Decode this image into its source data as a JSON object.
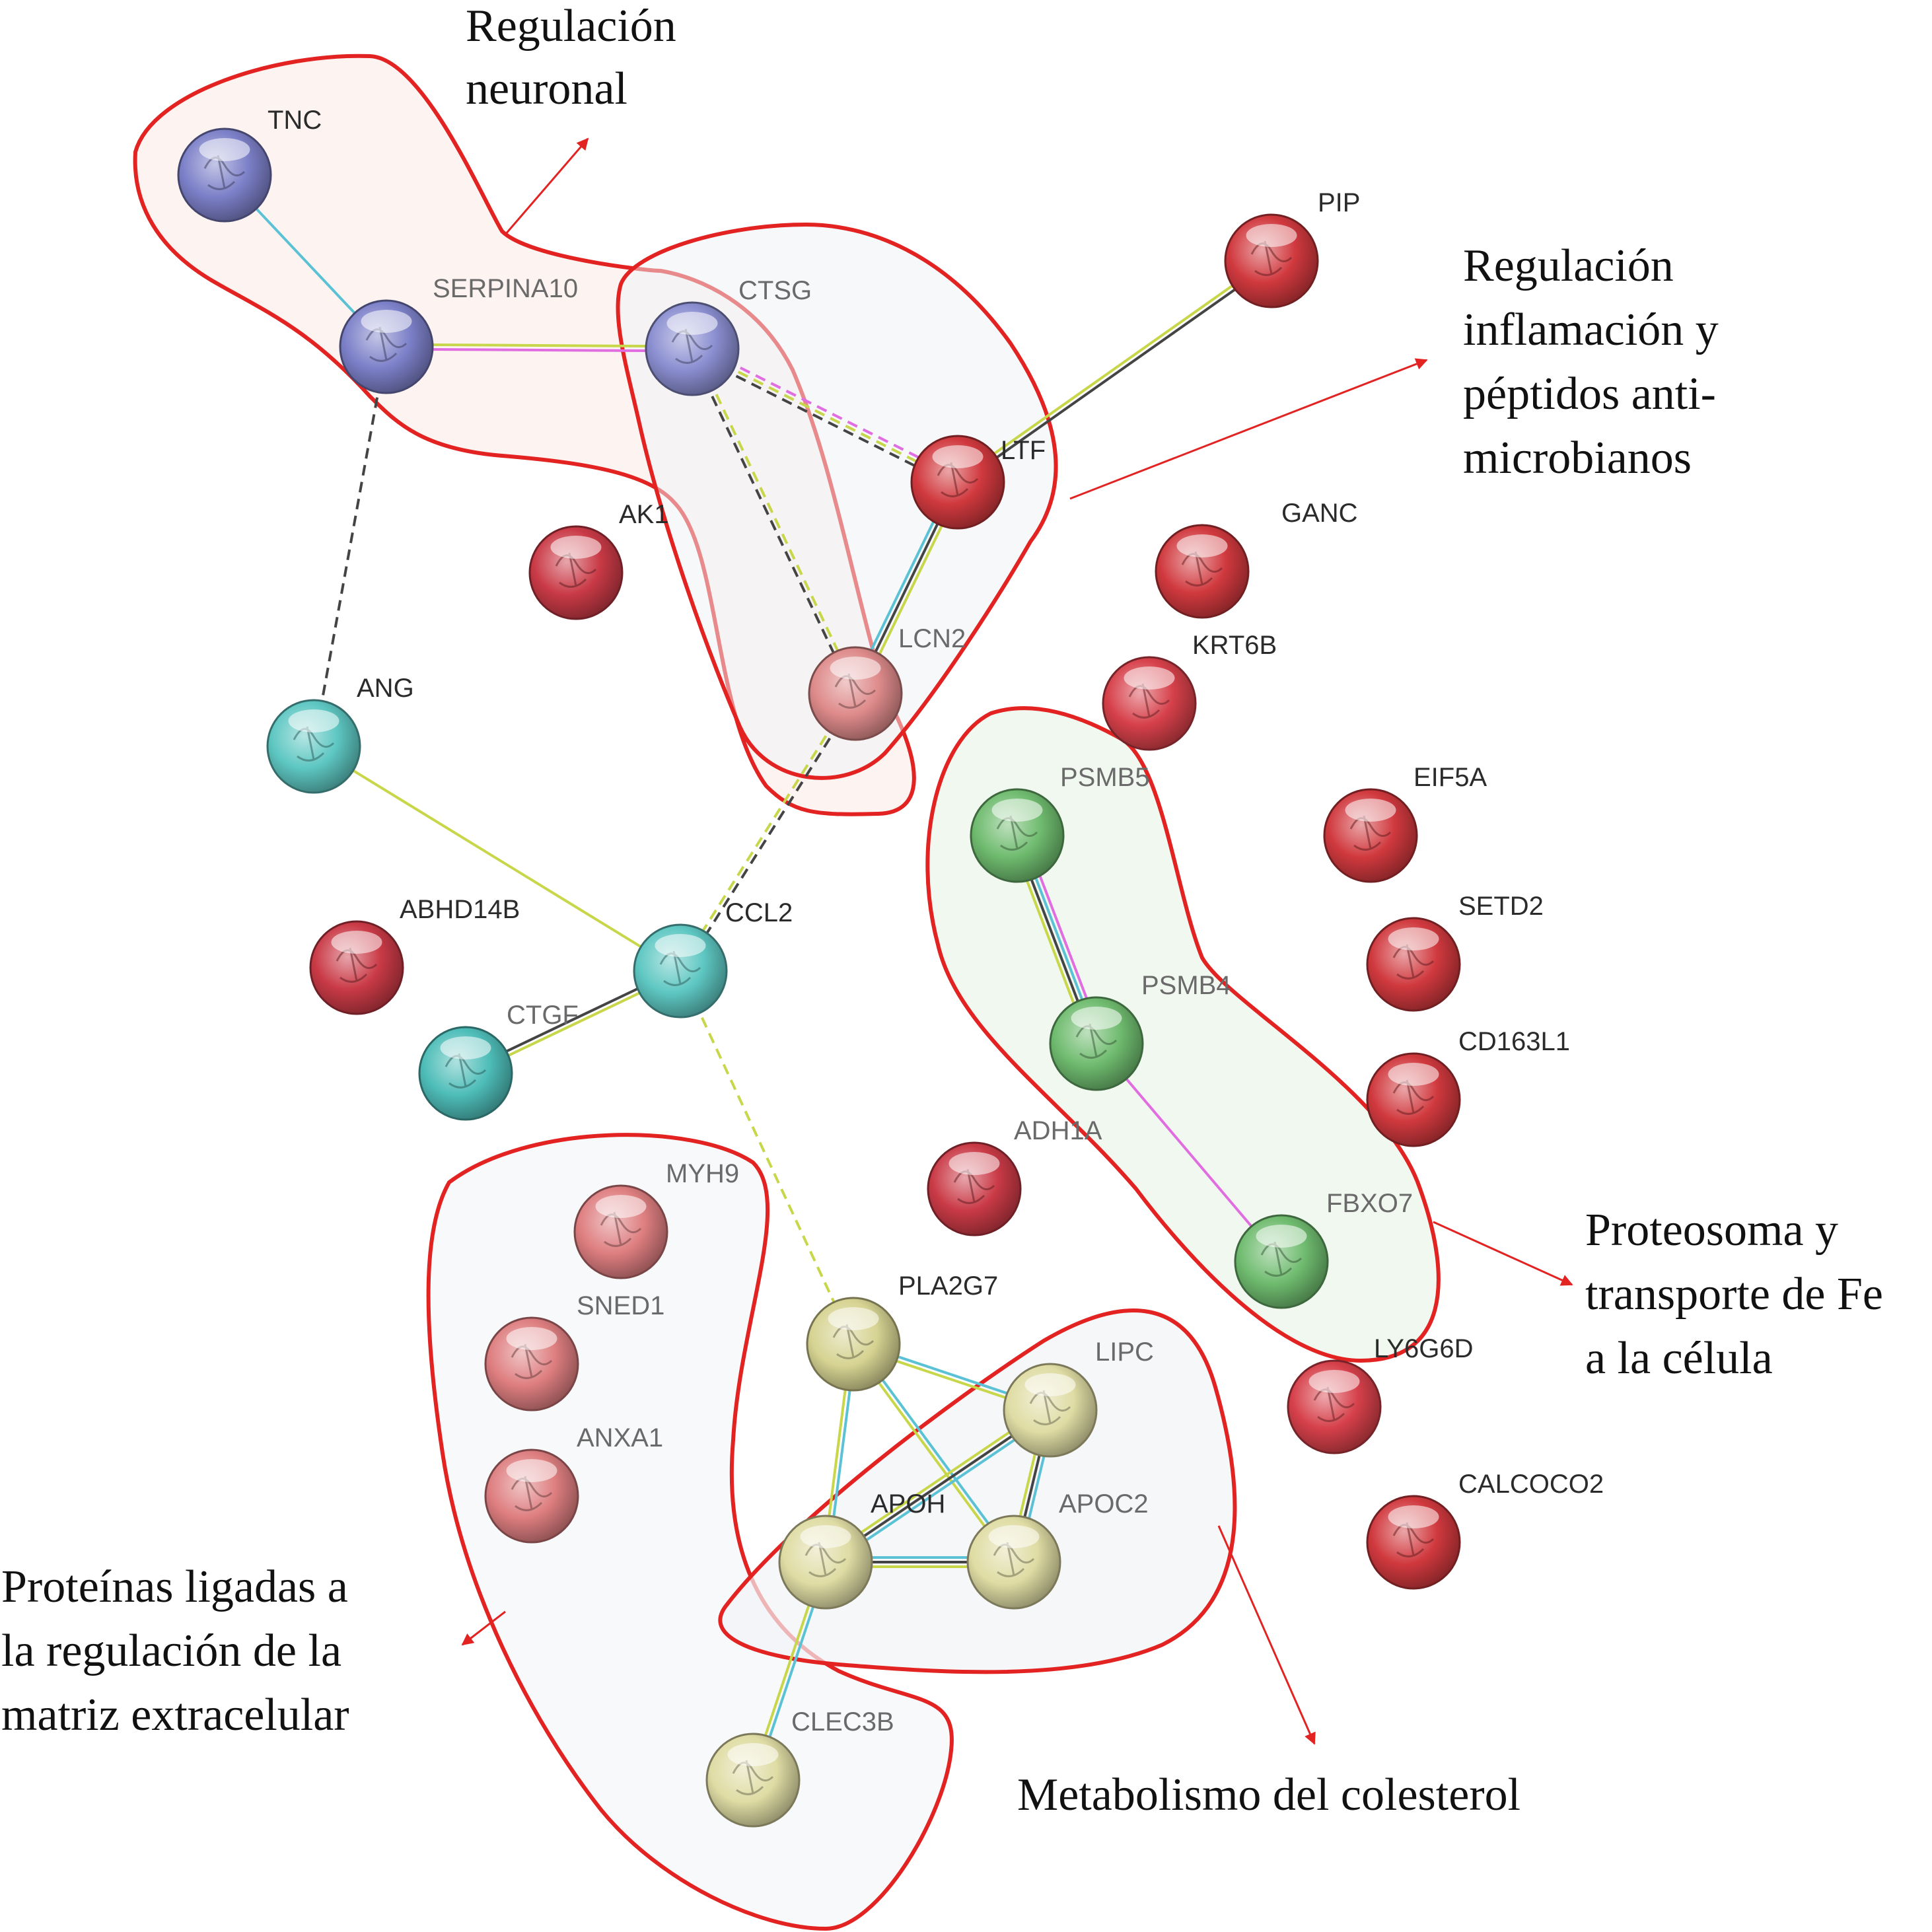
{
  "nodes": [
    {
      "id": "TNC",
      "label": "TNC",
      "color": "#7c80c8"
    },
    {
      "id": "SERPINA10",
      "label": "SERPINA10",
      "color": "#7c80c8"
    },
    {
      "id": "CTSG",
      "label": "CTSG",
      "color": "#8a8ed0"
    },
    {
      "id": "PIP",
      "label": "PIP",
      "color": "#d0393e"
    },
    {
      "id": "LTF",
      "label": "LTF",
      "color": "#d0393e"
    },
    {
      "id": "AK1",
      "label": "AK1",
      "color": "#c93a46"
    },
    {
      "id": "GANC",
      "label": "GANC",
      "color": "#d0393e"
    },
    {
      "id": "LCN2",
      "label": "LCN2",
      "color": "#de8a8a"
    },
    {
      "id": "KRT6B",
      "label": "KRT6B",
      "color": "#d6404a"
    },
    {
      "id": "ANG",
      "label": "ANG",
      "color": "#5ec7c2"
    },
    {
      "id": "PSMB5",
      "label": "PSMB5",
      "color": "#6fbb6f"
    },
    {
      "id": "EIF5A",
      "label": "EIF5A",
      "color": "#d0393e"
    },
    {
      "id": "ABHD14B",
      "label": "ABHD14B",
      "color": "#c93a46"
    },
    {
      "id": "CCL2",
      "label": "CCL2",
      "color": "#5ec7c2"
    },
    {
      "id": "SETD2",
      "label": "SETD2",
      "color": "#d0393e"
    },
    {
      "id": "PSMB4",
      "label": "PSMB4",
      "color": "#6fbb6f"
    },
    {
      "id": "CTGF",
      "label": "CTGF",
      "color": "#4ebdb8"
    },
    {
      "id": "CD163L1",
      "label": "CD163L1",
      "color": "#d0393e"
    },
    {
      "id": "ADH1A",
      "label": "ADH1A",
      "color": "#c93a46"
    },
    {
      "id": "MYH9",
      "label": "MYH9",
      "color": "#de7e80"
    },
    {
      "id": "FBXO7",
      "label": "FBXO7",
      "color": "#6fbb6f"
    },
    {
      "id": "SNED1",
      "label": "SNED1",
      "color": "#de7e80"
    },
    {
      "id": "PLA2G7",
      "label": "PLA2G7",
      "color": "#d6d392"
    },
    {
      "id": "LY6G6D",
      "label": "LY6G6D",
      "color": "#d6404a"
    },
    {
      "id": "LIPC",
      "label": "LIPC",
      "color": "#dfdca4"
    },
    {
      "id": "ANXA1",
      "label": "ANXA1",
      "color": "#de7e80"
    },
    {
      "id": "APOH",
      "label": "APOH",
      "color": "#dfdca4"
    },
    {
      "id": "APOC2",
      "label": "APOC2",
      "color": "#dfdca4"
    },
    {
      "id": "CALCOCO2",
      "label": "CALCOCO2",
      "color": "#d0393e"
    },
    {
      "id": "CLEC3B",
      "label": "CLEC3B",
      "color": "#dfdca4"
    }
  ],
  "edges": [
    {
      "source": "TNC",
      "target": "SERPINA10",
      "colors": [
        "#5bc2d6"
      ]
    },
    {
      "source": "SERPINA10",
      "target": "CTSG",
      "colors": [
        "#c8d64a",
        "#e06ee0"
      ]
    },
    {
      "source": "SERPINA10",
      "target": "ANG",
      "colors": [
        "#444444"
      ],
      "dashed": true
    },
    {
      "source": "CTSG",
      "target": "LTF",
      "colors": [
        "#e06ee0",
        "#c8d64a",
        "#444444"
      ],
      "dashed": true
    },
    {
      "source": "CTSG",
      "target": "LCN2",
      "colors": [
        "#c8d64a",
        "#444444"
      ],
      "dashed": true
    },
    {
      "source": "PIP",
      "target": "LTF",
      "colors": [
        "#444444",
        "#c8d64a"
      ]
    },
    {
      "source": "LTF",
      "target": "LCN2",
      "colors": [
        "#c8d64a",
        "#444444",
        "#5bc2d6"
      ]
    },
    {
      "source": "LCN2",
      "target": "CCL2",
      "colors": [
        "#444444",
        "#c8d64a"
      ],
      "dashed": true
    },
    {
      "source": "ANG",
      "target": "CCL2",
      "colors": [
        "#c8d64a"
      ]
    },
    {
      "source": "CCL2",
      "target": "CTGF",
      "colors": [
        "#c8d64a",
        "#444444"
      ]
    },
    {
      "source": "CCL2",
      "target": "PLA2G7",
      "colors": [
        "#c8d64a"
      ],
      "dashed": true
    },
    {
      "source": "PSMB5",
      "target": "PSMB4",
      "colors": [
        "#e06ee0",
        "#5bc2d6",
        "#444444",
        "#c8d64a"
      ]
    },
    {
      "source": "PSMB4",
      "target": "FBXO7",
      "colors": [
        "#e06ee0"
      ]
    },
    {
      "source": "PLA2G7",
      "target": "LIPC",
      "colors": [
        "#5bc2d6",
        "#c8d64a"
      ]
    },
    {
      "source": "PLA2G7",
      "target": "APOH",
      "colors": [
        "#5bc2d6",
        "#c8d64a"
      ]
    },
    {
      "source": "PLA2G7",
      "target": "APOC2",
      "colors": [
        "#5bc2d6",
        "#c8d64a"
      ]
    },
    {
      "source": "LIPC",
      "target": "APOH",
      "colors": [
        "#5bc2d6",
        "#444444",
        "#c8d64a"
      ]
    },
    {
      "source": "LIPC",
      "target": "APOC2",
      "colors": [
        "#5bc2d6",
        "#444444",
        "#c8d64a"
      ]
    },
    {
      "source": "APOH",
      "target": "APOC2",
      "colors": [
        "#5bc2d6",
        "#444444",
        "#c8d64a"
      ]
    },
    {
      "source": "APOH",
      "target": "CLEC3B",
      "colors": [
        "#5bc2d6",
        "#c8d64a"
      ]
    }
  ],
  "groups": [
    {
      "id": "neuronal",
      "lines": [
        "Regulación",
        "neuronal"
      ]
    },
    {
      "id": "inflamacion",
      "lines": [
        "Regulación",
        "inflamación y",
        "péptidos anti-",
        "microbianos"
      ]
    },
    {
      "id": "proteosoma",
      "lines": [
        "Proteosoma y",
        "transporte de Fe",
        "a la célula"
      ]
    },
    {
      "id": "matriz",
      "lines": [
        "Proteínas ligadas a",
        "la regulación de la",
        "matriz extracelular"
      ]
    },
    {
      "id": "colesterol",
      "lines": [
        "Metabolismo del colesterol"
      ]
    }
  ],
  "colors": {
    "hull_stroke": "#e32222",
    "arrow": "#e32222"
  }
}
